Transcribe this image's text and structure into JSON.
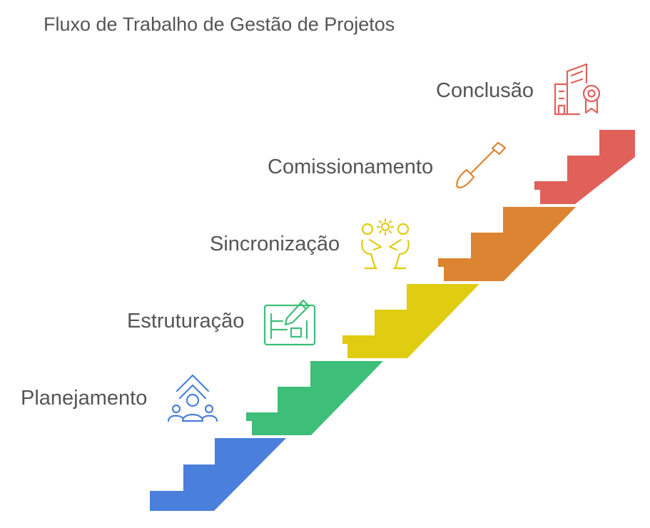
{
  "title": "Fluxo de Trabalho de Gestão de Projetos",
  "steps": [
    {
      "label": "Planejamento",
      "color": "#4A7FDB",
      "icon": "team-growth-icon"
    },
    {
      "label": "Estruturação",
      "color": "#3DBE79",
      "icon": "blueprint-icon"
    },
    {
      "label": "Sincronização",
      "color": "#E0CC10",
      "icon": "collaboration-icon"
    },
    {
      "label": "Comissionamento",
      "color": "#DC8432",
      "icon": "screwdriver-icon"
    },
    {
      "label": "Conclusão",
      "color": "#E0605A",
      "icon": "building-certificate-icon"
    }
  ]
}
